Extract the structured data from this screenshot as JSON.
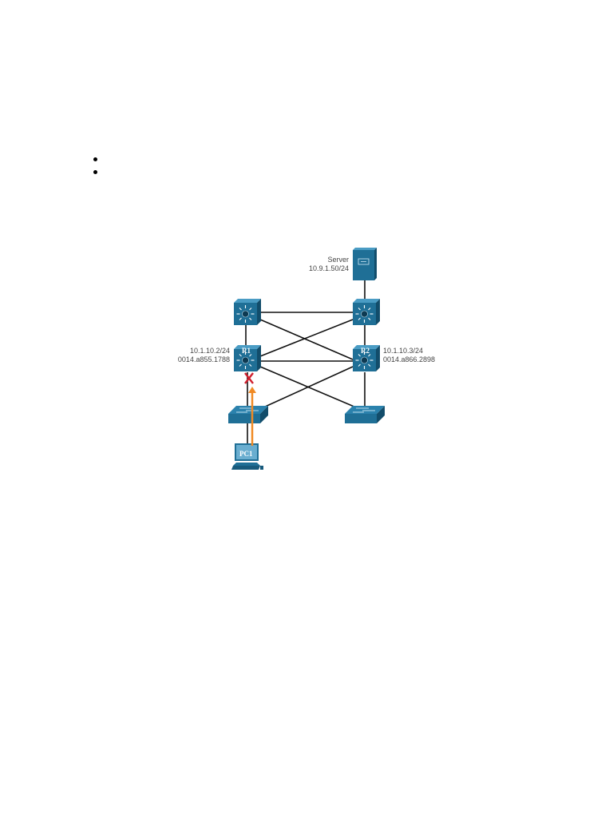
{
  "diagram": {
    "server": {
      "name": "Server",
      "ip": "10.9.1.50/24"
    },
    "r1": {
      "name": "R1",
      "ip": "10.1.10.2/24",
      "mac": "0014.a855.1788"
    },
    "r2": {
      "name": "R2",
      "ip": "10.1.10.3/24",
      "mac": "0014.a866.2898"
    },
    "pc1": {
      "name": "PC1"
    },
    "colors": {
      "device": "#1f6f96",
      "device_dark": "#175a7c",
      "arrow": "#f08a24",
      "blocked": "#d0202e"
    }
  }
}
